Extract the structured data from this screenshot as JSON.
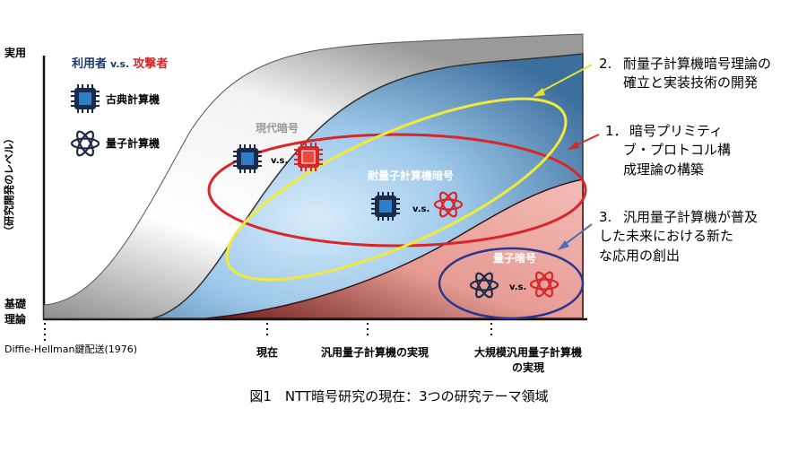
{
  "axis": {
    "y_top": "実用",
    "y_mid": "（研究開発のレベル）",
    "y_bottom_line1": "基礎",
    "y_bottom_line2": "理論"
  },
  "legend": {
    "user": "利用者",
    "vs": "v.s.",
    "attacker": "攻撃者",
    "classical": "古典計算機",
    "quantum": "量子計算機"
  },
  "regions": {
    "modern": "現代暗号",
    "pq": "耐量子計算機暗号",
    "quantum_crypto": "量子暗号",
    "vs": "v.s."
  },
  "annotations": {
    "a2_num": "2.",
    "a2_line1": "耐量子計算機暗号理論の",
    "a2_line2": "確立と実装技術の開発",
    "a1_num": "1．",
    "a1_line1": "暗号プリミティ",
    "a1_line2": "ブ・プロトコル構",
    "a1_line3": "成理論の構築",
    "a3_num": "3.",
    "a3_line1": "汎用量子計算機が普及",
    "a3_line2": "した未来における新た",
    "a3_line3": "な応用の創出"
  },
  "timeline": {
    "t0": "Diffie-Hellman鍵配送(1976)",
    "t1": "現在",
    "t2": "汎用量子計算機の実現",
    "t3_line1": "大規模汎用量子計算機",
    "t3_line2": "の実現"
  },
  "caption": "図1　NTT暗号研究の現在：3つの研究テーマ領域",
  "colors": {
    "user_blue": "#1c3a6b",
    "attacker_red": "#d8262b",
    "ellipse_red": "#d8262b",
    "ellipse_yellow": "#f2ea3a",
    "ellipse_blue": "#27378f",
    "arrow_yellow": "#e6df3a",
    "arrow_red": "#c8302c",
    "arrow_blue": "#4a6fb0"
  },
  "icons": {
    "classical": "cpu-chip-icon",
    "quantum": "atom-icon"
  }
}
